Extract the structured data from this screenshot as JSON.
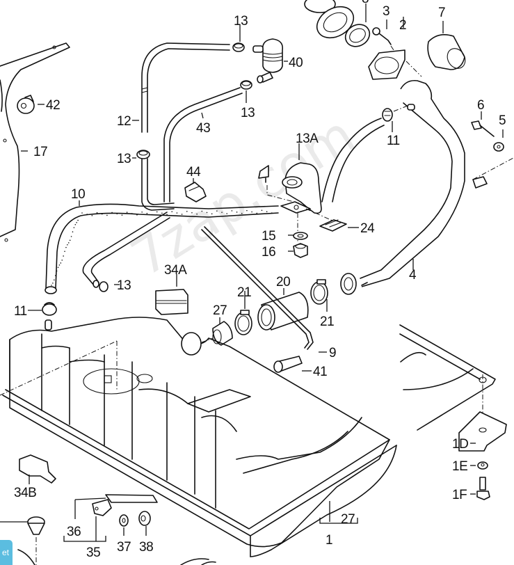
{
  "diagram": {
    "title": "Fuel tank assembly exploded parts diagram",
    "watermark": "7zap.com",
    "callouts": {
      "c1": "1",
      "c2": "2",
      "c3": "3",
      "c5": "5",
      "c6": "6",
      "c7": "7",
      "c8": "8",
      "c9": "9",
      "c10": "10",
      "c11a": "11",
      "c11b": "11",
      "c12": "12",
      "c13a": "13",
      "c13b": "13",
      "c13c": "13",
      "c13d": "13",
      "c13A": "13A",
      "c15": "15",
      "c16": "16",
      "c17": "17",
      "c20": "20",
      "c21a": "21",
      "c21b": "21",
      "c24": "24",
      "c27a": "27",
      "c27b": "27",
      "c34A": "34A",
      "c34B": "34B",
      "c35": "35",
      "c36": "36",
      "c37": "37",
      "c38": "38",
      "c40": "40",
      "c41": "41",
      "c42": "42",
      "c43": "43",
      "c44": "44",
      "c4": "4",
      "c1D": "1D",
      "c1E": "1E",
      "c1F": "1F"
    }
  },
  "corner_button": {
    "label": "et",
    "color": "#5bbde0"
  }
}
